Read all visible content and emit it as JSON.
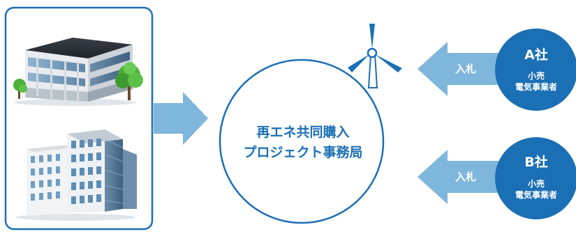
{
  "diagram": {
    "project_office": {
      "line1": "再エネ共同購入",
      "line2": "プロジェクト事務局"
    },
    "bidders": [
      {
        "company": "A社",
        "role_line1": "小売",
        "role_line2": "電気事業者",
        "arrow_label": "入札"
      },
      {
        "company": "B社",
        "role_line1": "小売",
        "role_line2": "電気事業者",
        "arrow_label": "入札"
      }
    ],
    "colors": {
      "accent_blue": "#1a6fb5",
      "arrow_blue": "#7fb6dc",
      "building_glass": "#6f9fc4",
      "tree_green": "#4caf3a"
    }
  }
}
